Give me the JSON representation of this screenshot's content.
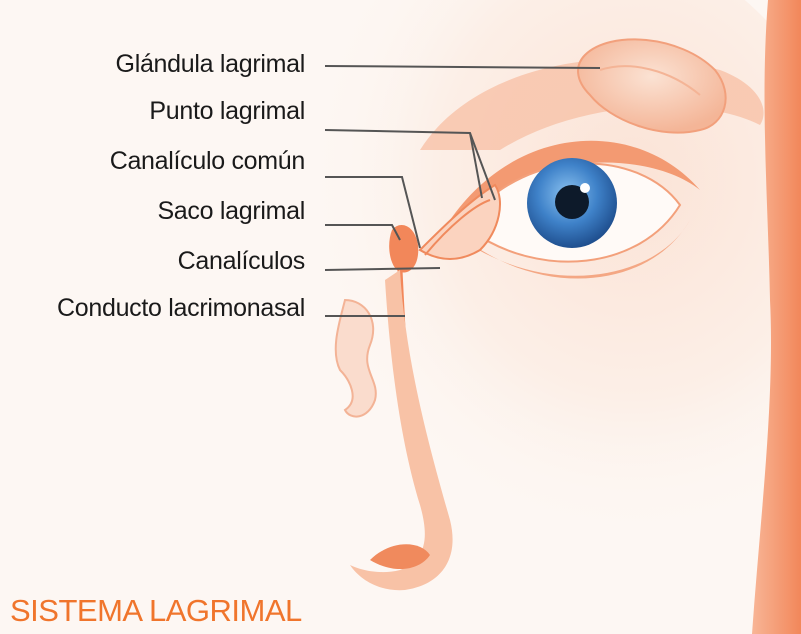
{
  "diagram": {
    "title": "SISTEMA LAGRIMAL",
    "labels": [
      "Glándula lagrimal",
      "Punto lagrimal",
      "Canalículo común",
      "Saco lagrimal",
      "Canalículos",
      "Conducto lacrimonasal"
    ]
  },
  "colors": {
    "skin": "#f6b89a",
    "skin_dark": "#f08a5d",
    "accent": "#f0752c",
    "iris": "#3f82c9",
    "leader_line": "#555555",
    "background": "#fdf7f3"
  }
}
